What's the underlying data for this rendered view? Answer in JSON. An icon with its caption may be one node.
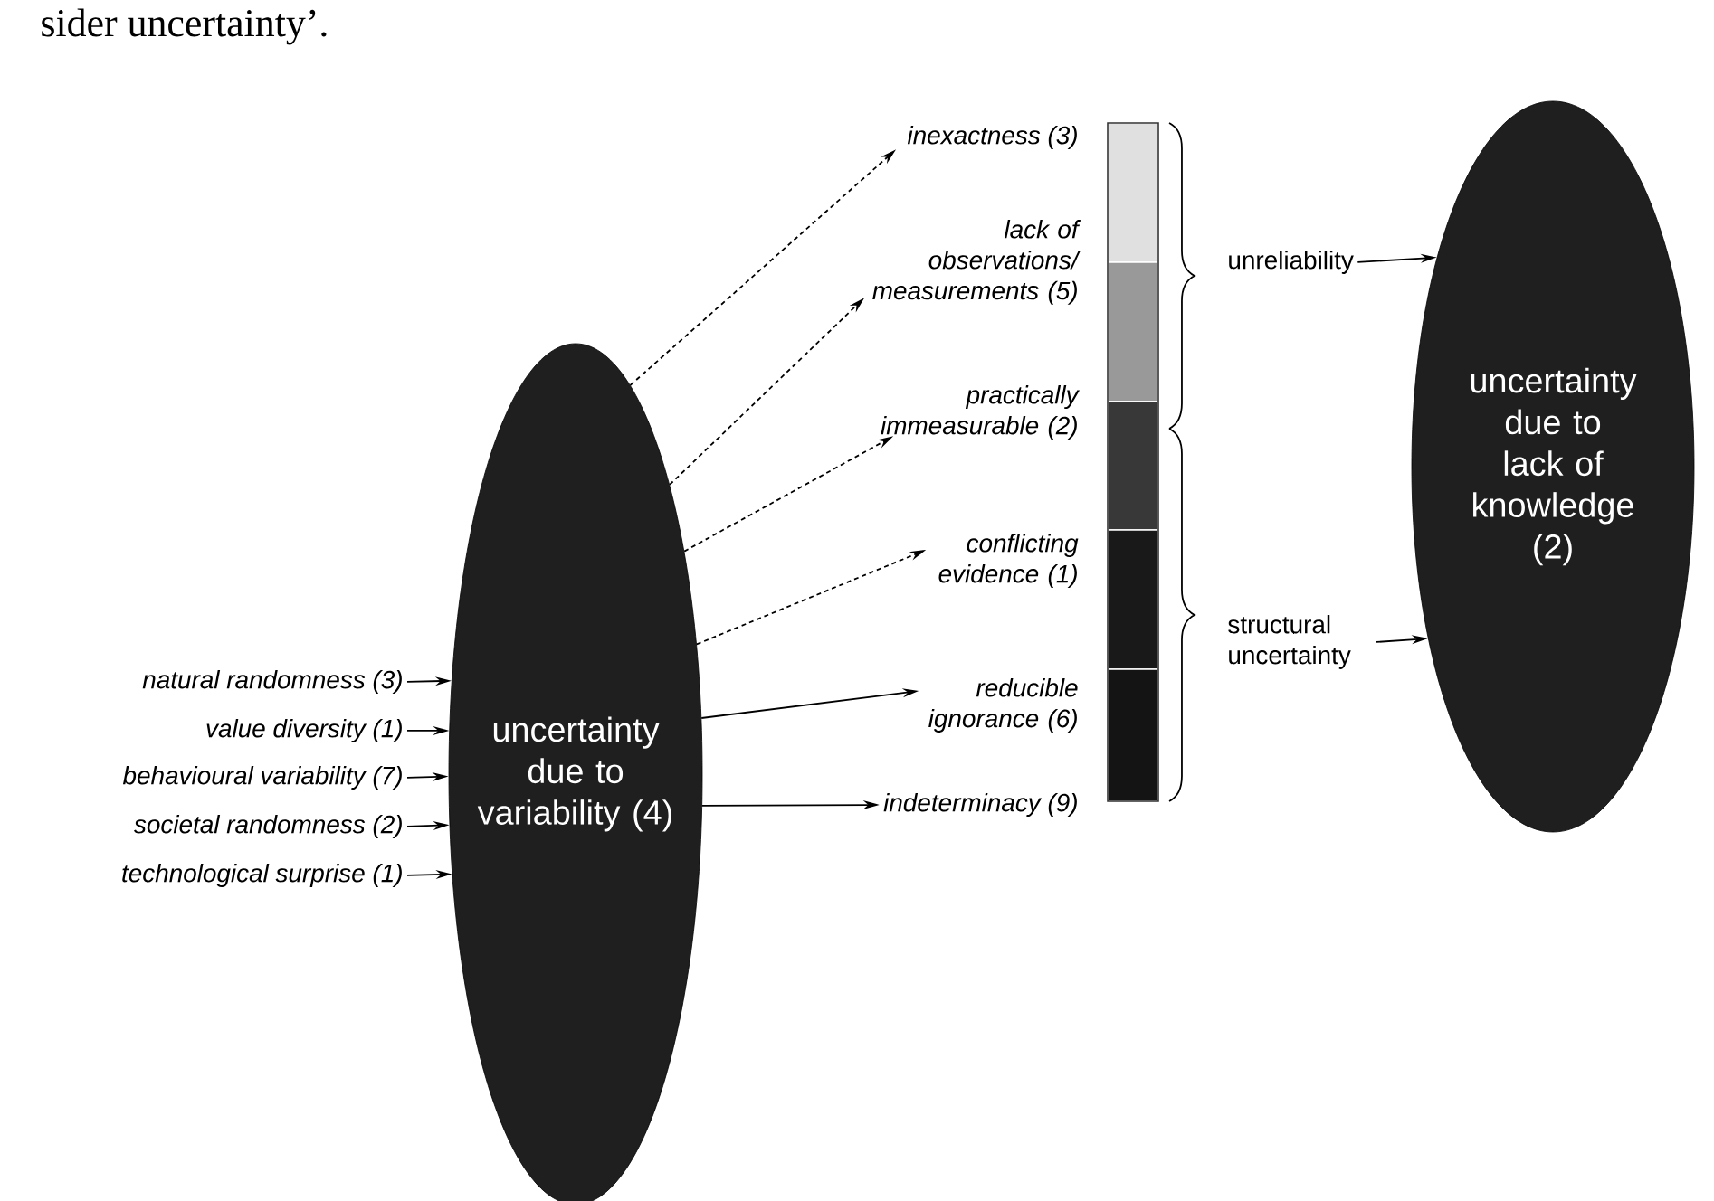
{
  "diagram": {
    "nodes": [
      {
        "text": [
          "uncertainty due to variability (4)"
        ]
      },
      {
        "text": [
          "uncertainty due to lack of knowledge (2)"
        ]
      },
      {
        "text": [
          "natural randomness (3)"
        ]
      },
      {
        "text": [
          "value diversity (1)"
        ]
      },
      {
        "text": [
          "behavioural variability (7)"
        ]
      },
      {
        "text": [
          "societal randomness (2)"
        ]
      },
      {
        "text": [
          "technological surprise (1)"
        ]
      },
      {
        "text": [
          "inexactness (3)"
        ]
      },
      {
        "text": [
          "lack of observations/ measurements (5)"
        ]
      },
      {
        "text": [
          "practically immeasurable (2)"
        ]
      },
      {
        "text": [
          "conflicting evidence (1)"
        ]
      },
      {
        "text": [
          "reducible ignorance (6)"
        ]
      },
      {
        "text": [
          "indeterminacy (9)"
        ]
      },
      {
        "text": [
          "unreliability"
        ]
      },
      {
        "text": [
          "structural uncertainty"
        ]
      }
    ],
    "edges": [
      {
        "from": 2,
        "to": 0,
        "arrow": "to"
      },
      {
        "from": 3,
        "to": 0,
        "arrow": "to"
      },
      {
        "from": 4,
        "to": 0,
        "arrow": "to"
      },
      {
        "from": 5,
        "to": 0,
        "arrow": "to"
      },
      {
        "from": 6,
        "to": 0,
        "arrow": "to"
      },
      {
        "from": 0,
        "to": 7,
        "arrow": "to",
        "style": "dashed"
      },
      {
        "from": 0,
        "to": 8,
        "arrow": "to",
        "style": "dashed"
      },
      {
        "from": 0,
        "to": 9,
        "arrow": "to",
        "style": "dashed"
      },
      {
        "from": 0,
        "to": 10,
        "arrow": "to",
        "style": "dashed"
      },
      {
        "from": 0,
        "to": 11,
        "arrow": "to"
      },
      {
        "from": 0,
        "to": 12,
        "arrow": "to"
      },
      {
        "from": 13,
        "to": 1,
        "arrow": "to"
      },
      {
        "from": 14,
        "to": 1,
        "arrow": "to"
      }
    ],
    "labels": [
      "sider uncertainty’."
    ]
  }
}
